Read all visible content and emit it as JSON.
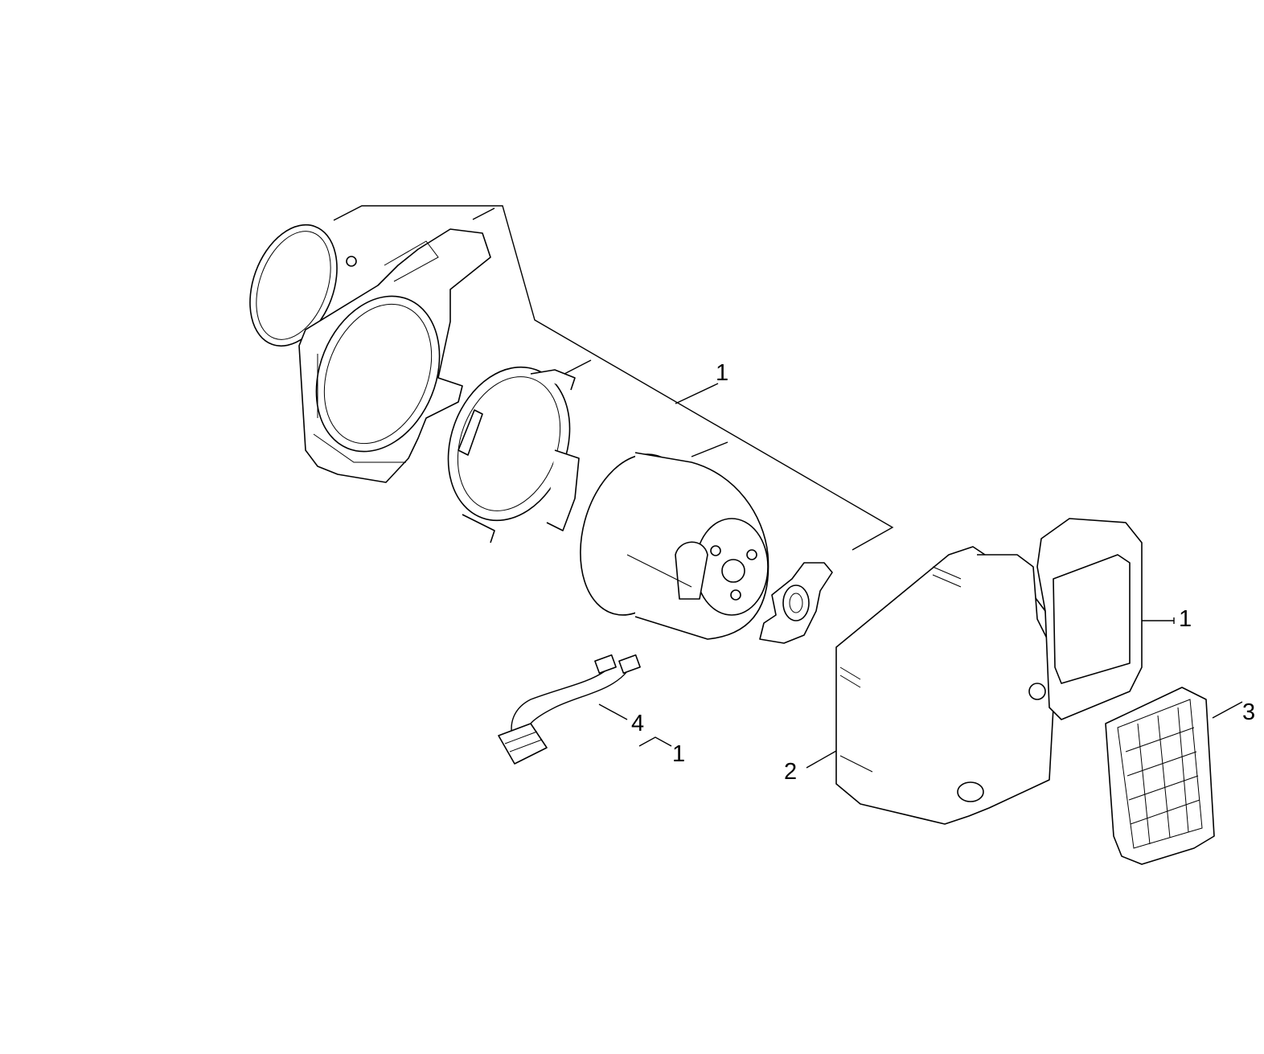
{
  "labels": {
    "l1_top": "1",
    "l1_right": "1",
    "l1_cable": "1",
    "l2": "2",
    "l3": "3",
    "l4": "4"
  }
}
